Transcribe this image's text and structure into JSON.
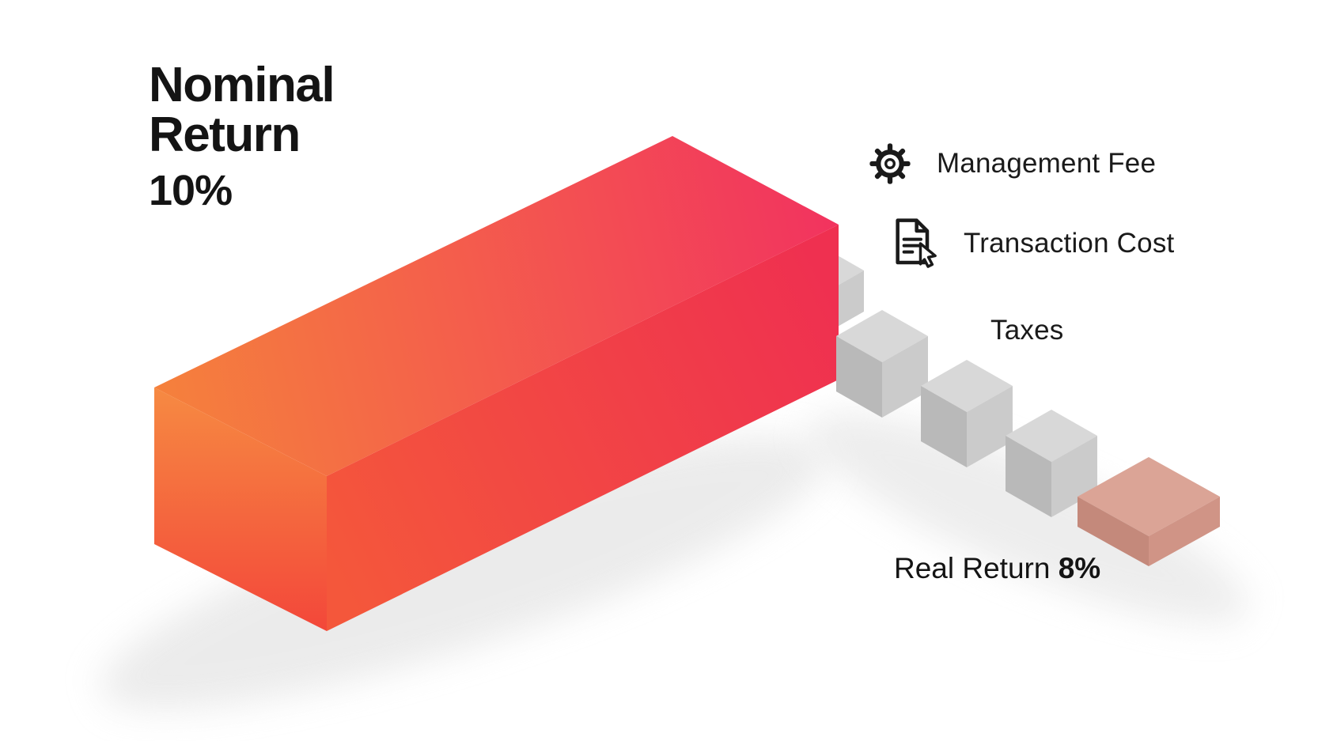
{
  "title": {
    "line1": "Nominal",
    "line2": "Return",
    "value": "10%"
  },
  "legend": {
    "items": [
      {
        "icon": "gear-icon",
        "label": "Management Fee"
      },
      {
        "icon": "document-cursor-icon",
        "label": "Transaction Cost"
      },
      {
        "icon": "none",
        "label": "Taxes"
      }
    ]
  },
  "result": {
    "label": "Real Return ",
    "value": "8%"
  },
  "figure": {
    "nominal_return": "10%",
    "real_return": "8%",
    "deductions": [
      "Management Fee",
      "Transaction Cost",
      "Taxes"
    ]
  },
  "colors": {
    "bar_top_left": "#f5813c",
    "bar_top_right": "#f2335f",
    "bar_front_left": "#f4573b",
    "bar_front_right": "#ef3050",
    "bar_side_top": "#f68a42",
    "bar_side_bottom": "#f3473a",
    "cube_top": "#d8d8d8",
    "cube_left": "#b9b9b9",
    "cube_right": "#cbcbcb",
    "pink_top": "#dba496",
    "pink_left": "#c4897b",
    "pink_right": "#d09486",
    "shadow": "#dcdcdc",
    "text": "#161616",
    "background": "#ffffff"
  }
}
